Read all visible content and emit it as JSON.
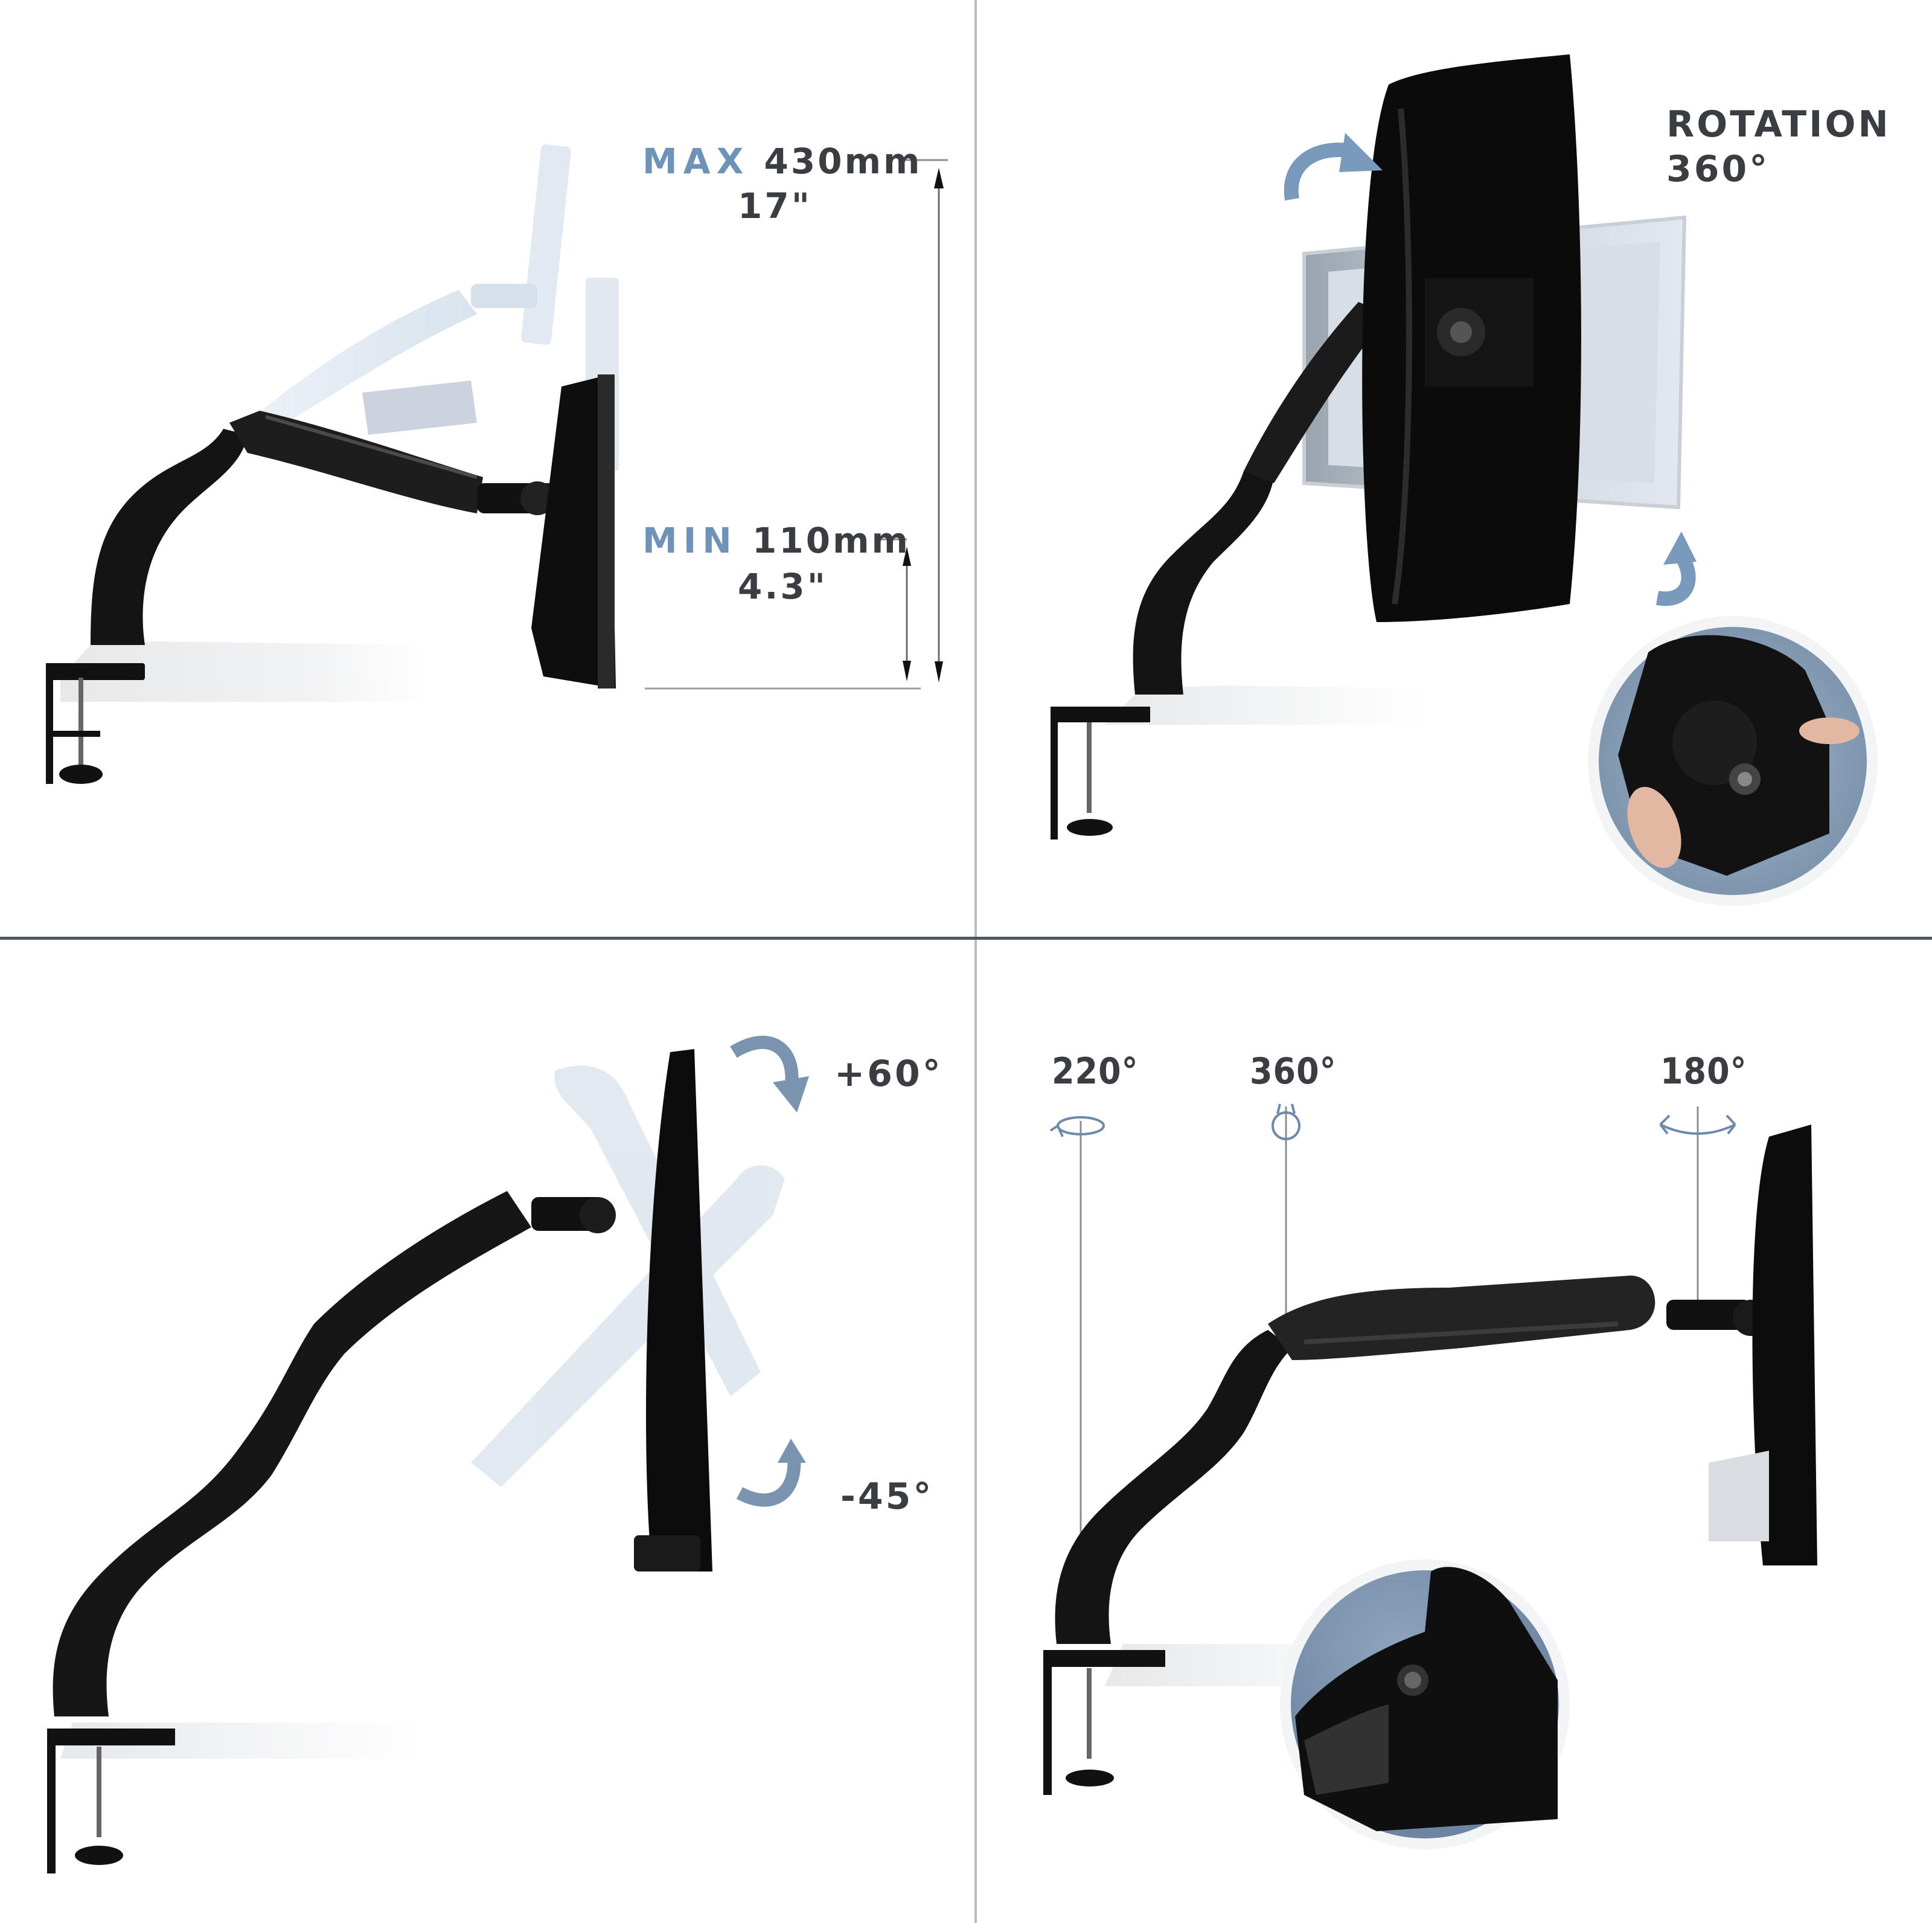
{
  "panels": {
    "height_adjustment": {
      "max": {
        "label": "MAX",
        "mm": "430mm",
        "inch": "17\""
      },
      "min": {
        "label": "MIN",
        "mm": "110mm",
        "inch": "4.3\""
      }
    },
    "rotation": {
      "title": "ROTATION",
      "value": "360°",
      "icons": [
        "rotate-clockwise-arrow-icon",
        "rotate-counterclockwise-arrow-icon"
      ],
      "inset": "vesa-quick-release-closeup"
    },
    "tilt": {
      "up": "+60°",
      "down": "-45°",
      "icons": [
        "tilt-up-arrow-icon",
        "tilt-down-arrow-icon"
      ]
    },
    "swivel": {
      "base": "220°",
      "elbow": "360°",
      "head": "180°",
      "icons": [
        "swivel-220-icon",
        "swivel-360-icon",
        "swivel-180-icon"
      ],
      "inset": "tension-screw-closeup"
    }
  },
  "colors": {
    "accent_blue": "#6f93b8",
    "text_dark": "#3a3d42",
    "arm_black": "#141414",
    "ghost_blue": "#c7d6e6",
    "desk_white": "#eceeef",
    "inset_bg": "#8aa1bb"
  }
}
